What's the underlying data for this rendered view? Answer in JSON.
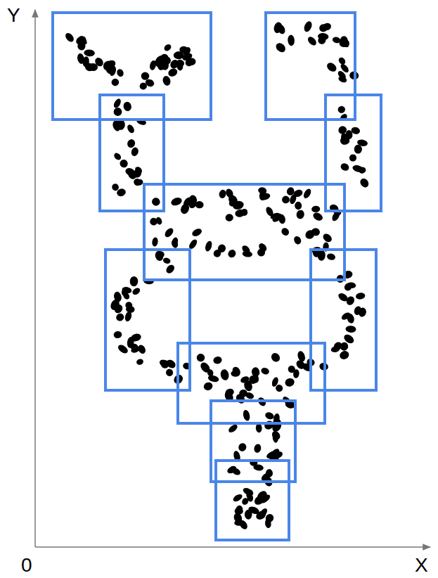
{
  "diagram": {
    "labels": [
      "Y",
      "0",
      "X"
    ]
  }
}
